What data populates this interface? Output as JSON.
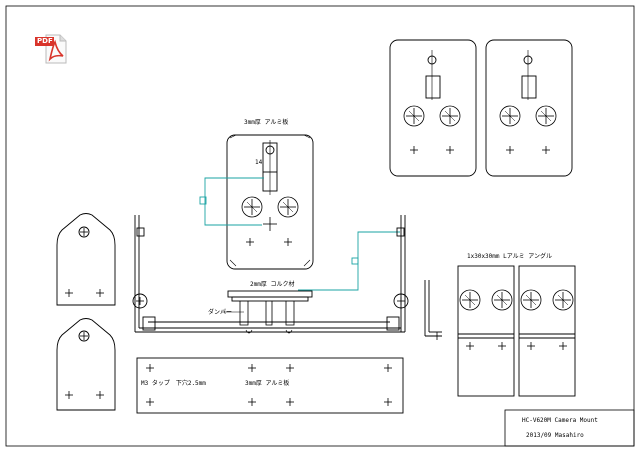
{
  "pdf_badge": "PDF",
  "labels": {
    "plate_top": "3mm厚 アルミ板",
    "dim_14": "14",
    "cork": "2mm厚 コルク材",
    "damper": "ダンパー",
    "angle": "1x30x30mm Lアルミ アングル",
    "tap": "M3 タップ　下穴2.5mm",
    "plate_bottom": "3mm厚 アルミ板"
  },
  "title_block": {
    "name": "HC-V620M Camera Mount",
    "date_author": "2013/09 Masahiro"
  },
  "colors": {
    "line": "#000000",
    "dimension": "#1aa3a3",
    "pdf_red": "#d9342b"
  }
}
